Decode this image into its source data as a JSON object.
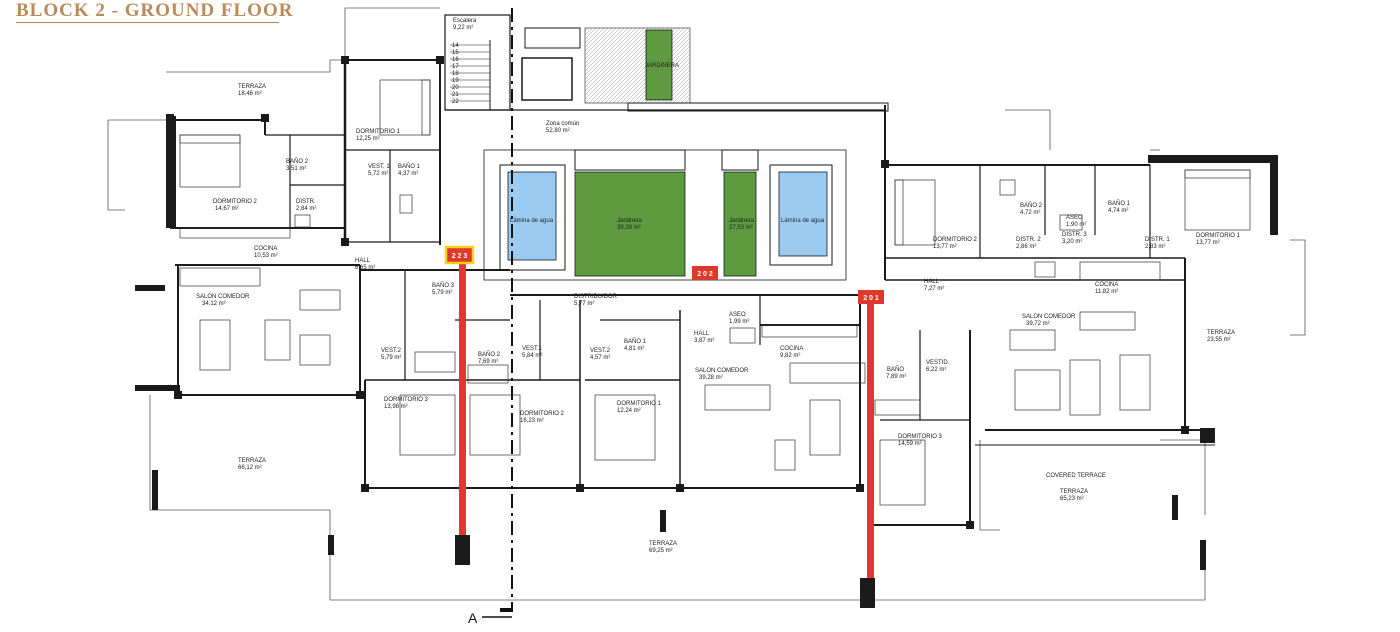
{
  "title": "BLOCK 2 - GROUND FLOOR",
  "rooms": {
    "escalera": {
      "name": "Escalera",
      "area": "9,22 m²"
    },
    "terraza_nw": {
      "name": "TERRAZA",
      "area": "18,46 m²"
    },
    "dorm1_w": {
      "name": "DORMITORIO 1",
      "area": "12,25 m²"
    },
    "bano2_w": {
      "name": "BAÑO 2",
      "area": "3,51 m²"
    },
    "vest1_w": {
      "name": "VEST. 1",
      "area": "5,72 m²"
    },
    "bano1_w": {
      "name": "BAÑO 1",
      "area": "4,37 m²"
    },
    "dorm2_w": {
      "name": "DORMITORIO 2",
      "area": "14,67 m²"
    },
    "distr_w": {
      "name": "DISTR.",
      "area": "2,84 m²"
    },
    "cocina_w": {
      "name": "COCINA",
      "area": "10,53 m²"
    },
    "hall_w": {
      "name": "HALL",
      "area": "6,65 m²"
    },
    "salon_w": {
      "name": "SALON COMEDOR",
      "area": "34,12 m²"
    },
    "bano3_w": {
      "name": "BAÑO 3",
      "area": "5,79 m²"
    },
    "vest2_w": {
      "name": "VEST.2",
      "area": "5,79 m²"
    },
    "bano2_c": {
      "name": "BAÑO 2",
      "area": "7,69 m²"
    },
    "dorm3_w": {
      "name": "DORMITORIO 3",
      "area": "13,98 m²"
    },
    "dorm2_c": {
      "name": "DORMITORIO 2",
      "area": "16,23 m²"
    },
    "terraza_sw": {
      "name": "TERRAZA",
      "area": "66,12 m²"
    },
    "zona_comun": {
      "name": "Zona común",
      "area": "52,80 m²"
    },
    "lamina1": {
      "name": "Lámina de agua"
    },
    "jardinera_big": {
      "name": "Jardinera",
      "area": "39,39 m²"
    },
    "jardinera_small": {
      "name": "Jardinera",
      "area": "27,53 m²"
    },
    "lamina2": {
      "name": "Lámina de agua"
    },
    "jardinera_top": {
      "name": "JARDINERA"
    },
    "distribuidor": {
      "name": "DISTRIBUIDOR",
      "area": "5,77 m²"
    },
    "aseo_c": {
      "name": "ASEO",
      "area": "1,99 m²"
    },
    "vest1_c": {
      "name": "VEST.1",
      "area": "5,84 m²"
    },
    "vest2_c": {
      "name": "VEST.2",
      "area": "4,57 m²"
    },
    "bano1_c": {
      "name": "BAÑO 1",
      "area": "4,81 m²"
    },
    "hall_c": {
      "name": "HALL",
      "area": "3,87 m²"
    },
    "dorm1_c": {
      "name": "DORMITORIO 1",
      "area": "12,24 m²"
    },
    "cocina_c": {
      "name": "COCINA",
      "area": "9,82 m²"
    },
    "salon_c": {
      "name": "SALON COMEDOR",
      "area": "39,28 m²"
    },
    "terraza_s": {
      "name": "TERRAZA",
      "area": "69,25 m²"
    },
    "dorm2_e": {
      "name": "DORMITORIO 2",
      "area": "13,77 m²"
    },
    "distr2_e": {
      "name": "DISTR. 2",
      "area": "2,86 m²"
    },
    "bano2_e": {
      "name": "BAÑO 2",
      "area": "4,72 m²"
    },
    "aseo_e": {
      "name": "ASEO",
      "area": "1,90 m²"
    },
    "distr3_e": {
      "name": "DISTR. 3",
      "area": "3,20 m²"
    },
    "bano1_e": {
      "name": "BAÑO 1",
      "area": "4,74 m²"
    },
    "distr1_e": {
      "name": "DISTR. 1",
      "area": "2,83 m²"
    },
    "dorm1_e": {
      "name": "DORMITORIO 1",
      "area": "13,77 m²"
    },
    "hall_e": {
      "name": "HALL",
      "area": "7,27 m²"
    },
    "cocina_e": {
      "name": "COCINA",
      "area": "11,82 m²"
    },
    "salon_e": {
      "name": "SALON COMEDOR",
      "area": "39,72 m²"
    },
    "terraza_e": {
      "name": "TERRAZA",
      "area": "23,55 m²"
    },
    "bano_e": {
      "name": "BAÑO",
      "area": "7,89 m²"
    },
    "vestid_e": {
      "name": "VESTID.",
      "area": "6,22 m²"
    },
    "dorm3_e": {
      "name": "DORMITORIO 3",
      "area": "14,59 m²"
    },
    "covered_terrace": {
      "name": "COVERED TERRACE"
    },
    "terraza_se": {
      "name": "TERRAZA",
      "area": "65,23 m²"
    }
  },
  "stair_steps": [
    "14",
    "15",
    "16",
    "17",
    "18",
    "19",
    "20",
    "21",
    "22"
  ],
  "unit_badges": [
    {
      "label": "2 2 3",
      "color": "#e0392b",
      "border": "#f2d21a"
    },
    {
      "label": "2 0 2",
      "color": "#e0392b",
      "border": "#e0392b"
    },
    {
      "label": "2 0 1",
      "color": "#e0392b",
      "border": "#e0392b"
    }
  ],
  "section_marker": "A",
  "colors": {
    "title": "#b98a5a",
    "garden": "#5e9a3f",
    "water": "#9ccbf2",
    "section_line": "#e0392b",
    "wall": "#1a1a1a"
  }
}
